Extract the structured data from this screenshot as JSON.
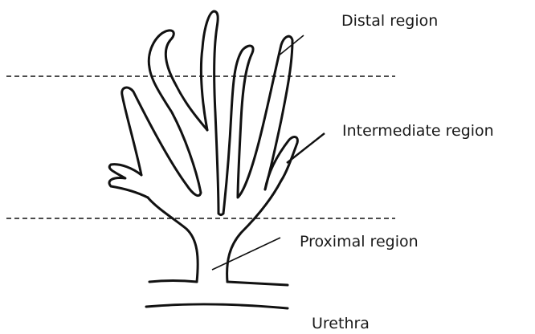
{
  "labels": {
    "distal": "Distal region",
    "intermediate": "Intermediate region",
    "proximal": "Proximal region",
    "urethra": "Urethra"
  },
  "colors": {
    "ink": "#111111",
    "text": "#1a1a1a",
    "background": "#ffffff"
  }
}
